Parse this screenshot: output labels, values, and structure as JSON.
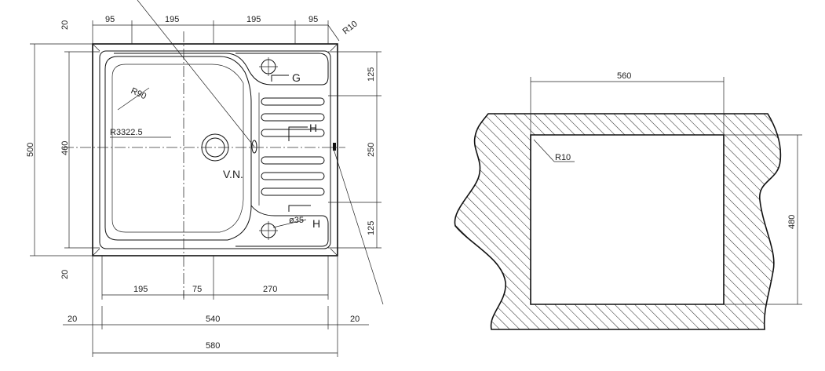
{
  "sink_drawing": {
    "top_dims": [
      "95",
      "195",
      "195",
      "95"
    ],
    "corner_radius": "R10",
    "left_dims": {
      "top_margin": "20",
      "overall_height": "500",
      "inner_height": "460",
      "bottom_margin": "20"
    },
    "right_dims": [
      "125",
      "250",
      "125"
    ],
    "bowl_radius": "R90",
    "bowl_curve_radius": "R3322.5",
    "drain_label": "V.N.",
    "hole_label_g": "G",
    "hole_label_h_mid": "H",
    "hole_label_h_bottom": "H",
    "hole_diameter": "ø35",
    "bottom_dims_row1": [
      "195",
      "75",
      "270"
    ],
    "bottom_dims_row2": {
      "left_margin": "20",
      "inner_width": "540",
      "right_margin": "20"
    },
    "overall_width": "580"
  },
  "cutout_drawing": {
    "width": "560",
    "height": "480",
    "corner_radius": "R10"
  }
}
